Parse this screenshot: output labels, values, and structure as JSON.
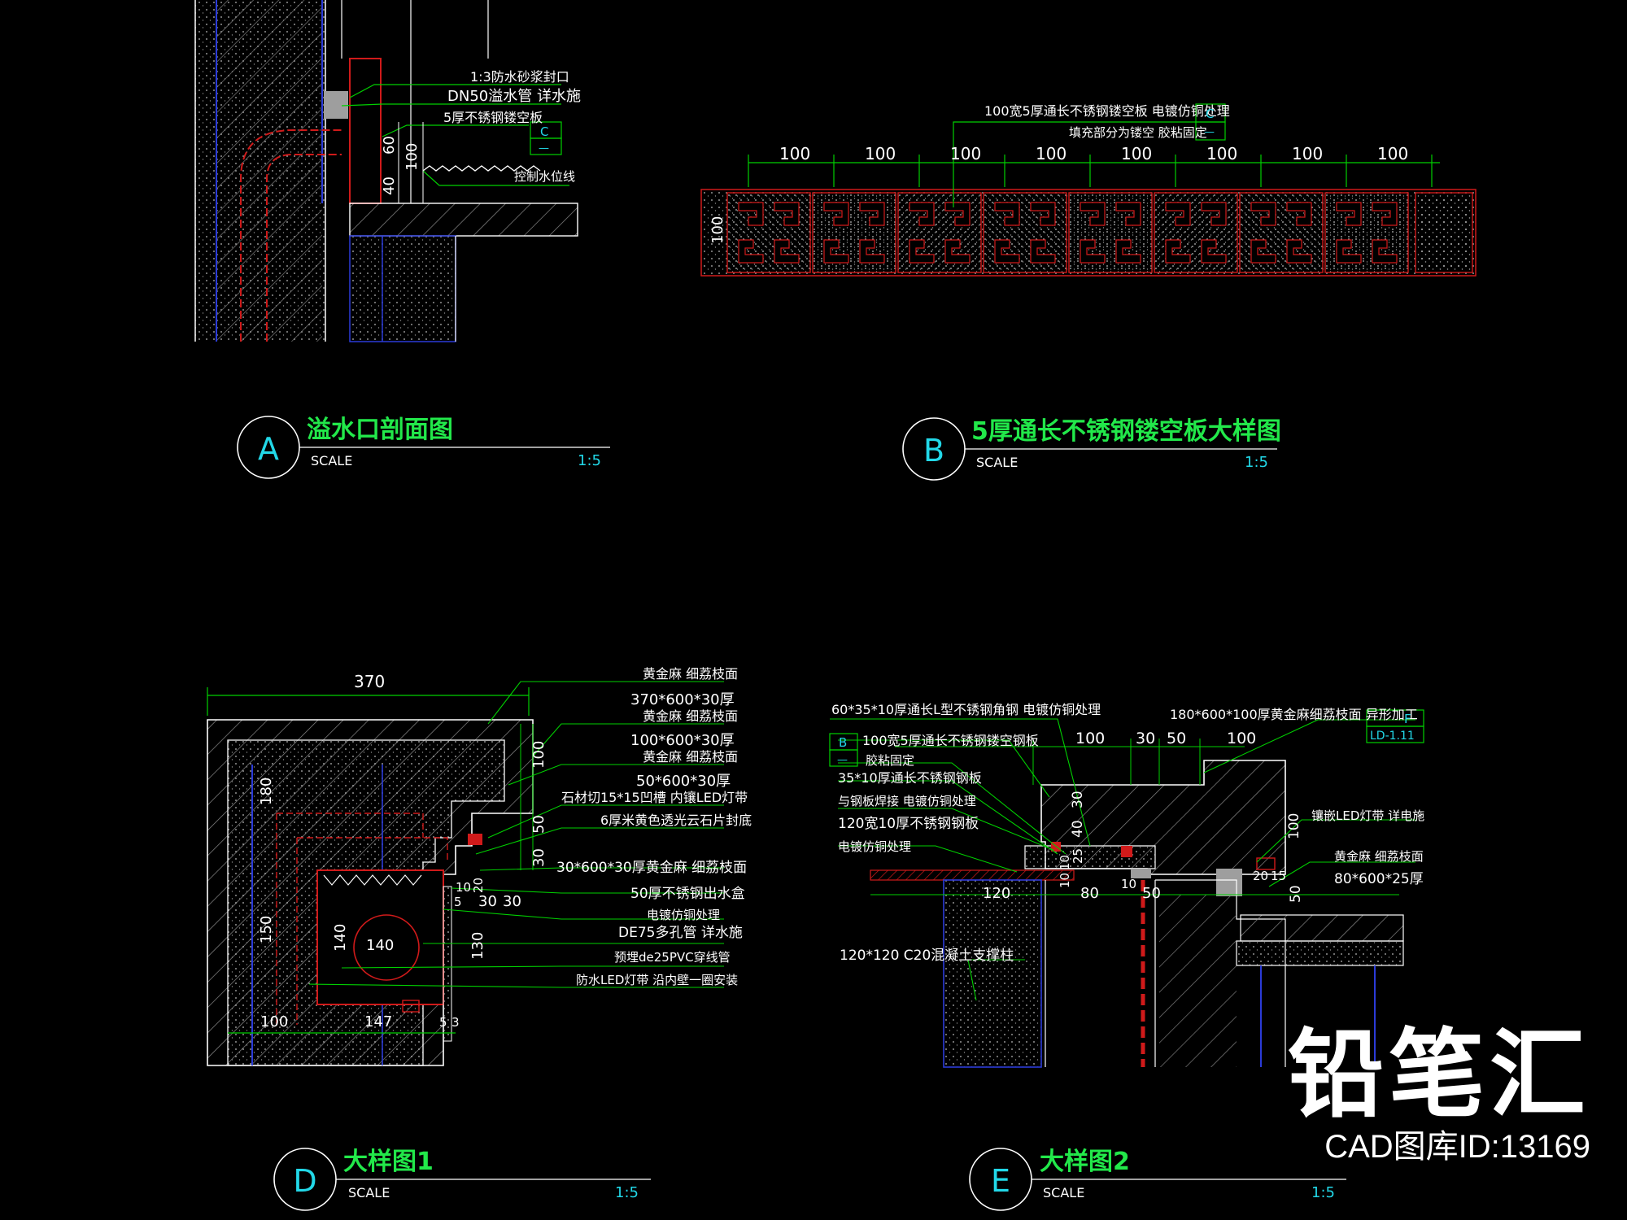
{
  "colors": {
    "background": "#000000",
    "dim": "#ffffff",
    "leader": "#00d000",
    "title": "#22e84a",
    "hatch": "#8a8a8a",
    "red": "#d01a1a",
    "blue": "#2b3bd8",
    "cyan": "#22d8e8",
    "grey": "#9e9e9e"
  },
  "panel_a": {
    "letter": "A",
    "title": "溢水口剖面图",
    "scale_label": "SCALE",
    "scale": "1:5",
    "notes": [
      "1:3防水砂浆封口",
      "DN50溢水管 详水施",
      "5厚不锈钢镂空板",
      "控制水位线"
    ],
    "ref": "C",
    "ref_sub": "—",
    "dims": [
      "60",
      "100",
      "40"
    ]
  },
  "panel_b": {
    "letter": "B",
    "title": "5厚通长不锈钢镂空板大样图",
    "scale_label": "SCALE",
    "scale": "1:5",
    "notes": [
      "100宽5厚通长不锈钢镂空板 电镀仿铜处理",
      "填充部分为镂空 胶粘固定"
    ],
    "ref": "C",
    "ref_sub": "—",
    "dims": [
      "100",
      "100",
      "100",
      "100",
      "100",
      "100",
      "100",
      "100"
    ],
    "side_dim": "100"
  },
  "panel_d": {
    "letter": "D",
    "title": "大样图1",
    "scale_label": "SCALE",
    "scale": "1:5",
    "top_dim": "370",
    "notes": [
      "黄金麻 细荔枝面",
      "370*600*30厚",
      "黄金麻 细荔枝面",
      "100*600*30厚",
      "黄金麻 细荔枝面",
      "50*600*30厚",
      "石材切15*15凹槽 内镶LED灯带",
      "6厚米黄色透光云石片封底",
      "30*600*30厚黄金麻 细荔枝面",
      "50厚不锈钢出水盒",
      "电镀仿铜处理",
      "DE75多孔管 详水施",
      "预埋de25PVC穿线管",
      "防水LED灯带 沿内壁一圈安装"
    ],
    "dims_right": [
      "100",
      "50",
      "30"
    ],
    "dims_left": [
      "180",
      "150"
    ],
    "dims_inner": [
      "140",
      "140",
      "130"
    ],
    "dims_small": [
      "10",
      "20",
      "5",
      "30",
      "30",
      "5",
      "3"
    ],
    "dims_bottom": [
      "100",
      "147"
    ]
  },
  "panel_e": {
    "letter": "E",
    "title": "大样图2",
    "scale_label": "SCALE",
    "scale": "1:5",
    "notes_left": [
      "60*35*10厚通长L型不锈钢角钢 电镀仿铜处理",
      "100宽5厚通长不锈钢镂空钢板",
      "胶粘固定",
      "35*10厚通长不锈钢钢板",
      "与钢板焊接 电镀仿铜处理",
      "120宽10厚不锈钢钢板",
      "电镀仿铜处理",
      "120*120 C20混凝土支撑柱"
    ],
    "notes_right": [
      "180*600*100厚黄金麻细荔枝面 异形加工",
      "镶嵌LED灯带 详电施",
      "黄金麻 细荔枝面",
      "80*600*25厚"
    ],
    "ref_b": "B",
    "ref_b_sub": "—",
    "ref_f": "F",
    "ref_f_sub": "LD-1.11",
    "dims_top": [
      "100",
      "30",
      "50",
      "100"
    ],
    "dims_mid": [
      "30",
      "40",
      "25",
      "10",
      "10",
      "100"
    ],
    "dims_bottom": [
      "120",
      "80",
      "10",
      "50",
      "20",
      "15",
      "50"
    ]
  },
  "watermark": {
    "brand": "铅笔汇",
    "id": "CAD图库ID:13169"
  }
}
